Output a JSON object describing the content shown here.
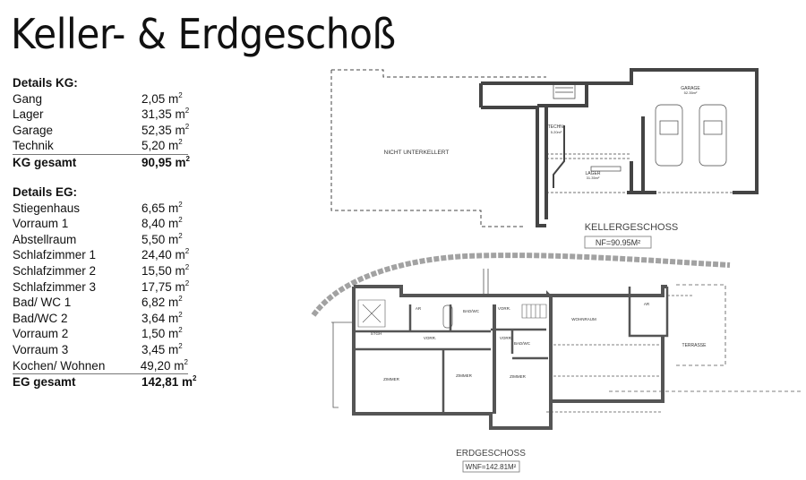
{
  "title": "Keller- & Erdgeschoß",
  "kg": {
    "heading": "Details KG:",
    "rows": [
      {
        "label": "Gang",
        "value": "2,05 m",
        "unit_sup": "2"
      },
      {
        "label": "Lager",
        "value": "31,35 m",
        "unit_sup": "2"
      },
      {
        "label": "Garage",
        "value": "52,35 m",
        "unit_sup": "2"
      },
      {
        "label": "Technik",
        "value": "5,20 m",
        "unit_sup": "2"
      }
    ],
    "total": {
      "label": "KG gesamt",
      "value": "90,95 m",
      "unit_sup": "2"
    }
  },
  "eg": {
    "heading": "Details EG:",
    "rows": [
      {
        "label": "Stiegenhaus",
        "value": "6,65 m",
        "unit_sup": "2"
      },
      {
        "label": "Vorraum 1",
        "value": "8,40 m",
        "unit_sup": "2"
      },
      {
        "label": "Abstellraum",
        "value": "5,50 m",
        "unit_sup": "2"
      },
      {
        "label": "Schlafzimmer 1",
        "value": "24,40 m",
        "unit_sup": "2"
      },
      {
        "label": "Schlafzimmer 2",
        "value": "15,50 m",
        "unit_sup": "2"
      },
      {
        "label": "Schlafzimmer 3",
        "value": "17,75 m",
        "unit_sup": "2"
      },
      {
        "label": "Bad/ WC 1",
        "value": "6,82 m",
        "unit_sup": "2"
      },
      {
        "label": "Bad/WC 2",
        "value": "3,64 m",
        "unit_sup": "2"
      },
      {
        "label": "Vorraum 2",
        "value": "1,50 m",
        "unit_sup": "2"
      },
      {
        "label": "Vorraum 3",
        "value": "3,45 m",
        "unit_sup": "2"
      },
      {
        "label": "Kochen/ Wohnen",
        "value": "49,20 m",
        "unit_sup": "2"
      }
    ],
    "total": {
      "label": "EG gesamt",
      "value": "142,81 m",
      "unit_sup": "2"
    }
  },
  "plan_kg": {
    "title": "KELLERGESCHOSS",
    "area": "NF=90.95M²",
    "labels": {
      "nicht": "NICHT UNTERKELLERT",
      "techn": "TECHN.",
      "techn_area": "5.20m²",
      "lager": "LAGER",
      "lager_area": "31.35m²",
      "garage": "GARAGE",
      "garage_area": "52.35m²"
    }
  },
  "plan_eg": {
    "title": "ERDGESCHOSS",
    "area": "WNF=142.81M²",
    "labels": {
      "stgh": "STGH",
      "ar1": "AR",
      "bad1": "BAD/WC",
      "vorr1": "VORR.",
      "vorr2": "VORR.",
      "vorr3": "VORR.",
      "bad2": "BAD/WC",
      "wohnraum": "WOHNRAUM",
      "ar2": "AR",
      "zimmer1": "ZIMMER",
      "zimmer2": "ZIMMER",
      "zimmer3": "ZIMMER",
      "terrasse": "TERRASSE"
    }
  }
}
